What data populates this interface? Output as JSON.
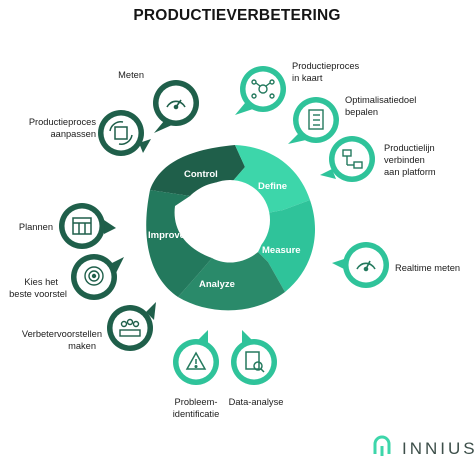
{
  "title": "PRODUCTIEVERBETERING",
  "cycle": {
    "control": "Control",
    "define": "Define",
    "measure": "Measure",
    "analyze": "Analyze",
    "improve": "Improve"
  },
  "left": {
    "meten": "Meten",
    "proces_aanpassen_1": "Productieproces",
    "proces_aanpassen_2": "aanpassen",
    "plannen": "Plannen",
    "kies_1": "Kies het",
    "kies_2": "beste voorstel",
    "verbeter_1": "Verbetervoorstellen",
    "verbeter_2": "maken"
  },
  "right": {
    "inkaart_1": "Productieproces",
    "inkaart_2": "in kaart",
    "doel_1": "Optimalisatiedoel",
    "doel_2": "bepalen",
    "lijn_1": "Productielijn",
    "lijn_2": "verbinden",
    "lijn_3": "aan platform",
    "realtime": "Realtime meten"
  },
  "bottom": {
    "probleem_1": "Probleem-",
    "probleem_2": "identificatie",
    "data": "Data-analyse"
  },
  "brand": {
    "name": "INNIUS"
  },
  "colors": {
    "dark_green": "#1f5f4a",
    "mid_green": "#23795d",
    "teal": "#2fc39a",
    "light_teal": "#3dd6aa",
    "analyze_green": "#2a8a6a"
  }
}
